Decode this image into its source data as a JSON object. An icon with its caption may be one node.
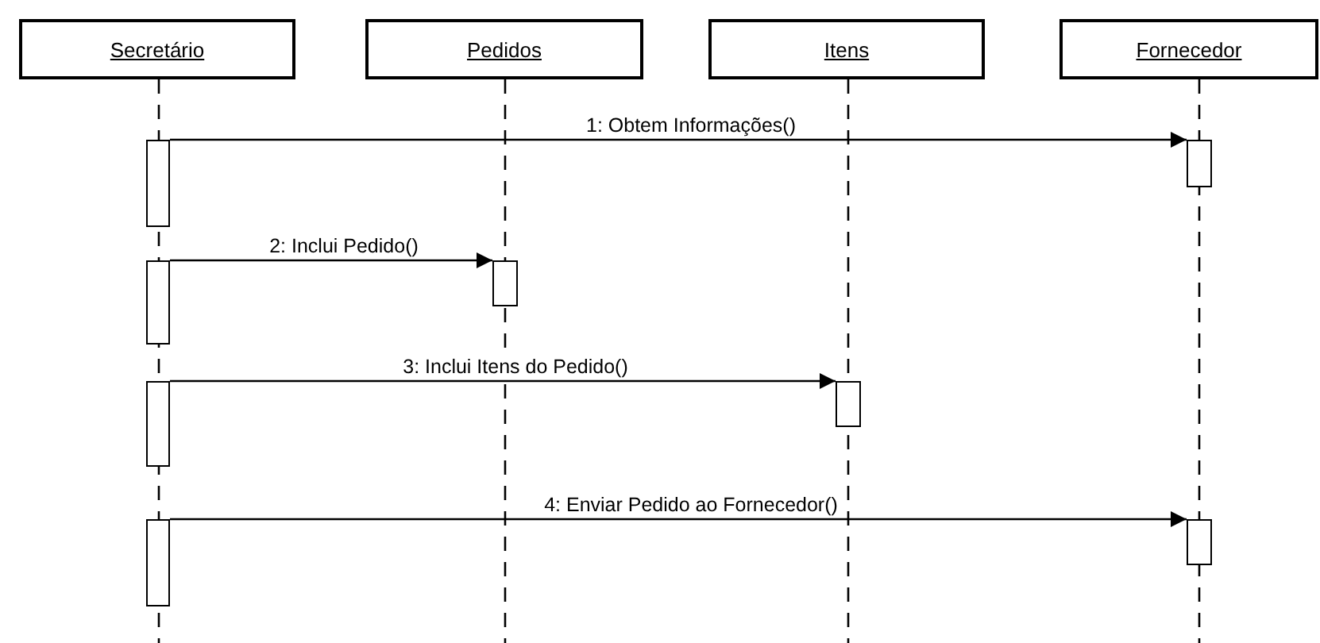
{
  "diagram": {
    "nodes": [
      {
        "text": [
          "Secretário"
        ]
      },
      {
        "text": [
          "Pedidos"
        ]
      },
      {
        "text": [
          "Itens"
        ]
      },
      {
        "text": [
          "Fornecedor"
        ]
      },
      {
        "text": [],
        "shape": "bar"
      },
      {
        "text": [],
        "shape": "bar"
      },
      {
        "text": [],
        "shape": "bar"
      },
      {
        "text": [],
        "shape": "bar"
      },
      {
        "text": [],
        "shape": "bar"
      },
      {
        "text": [],
        "shape": "bar"
      },
      {
        "text": [],
        "shape": "bar"
      },
      {
        "text": [],
        "shape": "bar"
      }
    ],
    "edges": [
      {
        "from": 4,
        "to": 5,
        "arrow": "to",
        "label": "1: Obtem Informações()"
      },
      {
        "from": 6,
        "to": 7,
        "arrow": "to",
        "label": "2: Inclui Pedido()"
      },
      {
        "from": 8,
        "to": 9,
        "arrow": "to",
        "label": "3: Inclui Itens do Pedido()"
      },
      {
        "from": 10,
        "to": 11,
        "arrow": "to",
        "label": "4: Enviar Pedido ao Fornecedor()"
      }
    ]
  }
}
